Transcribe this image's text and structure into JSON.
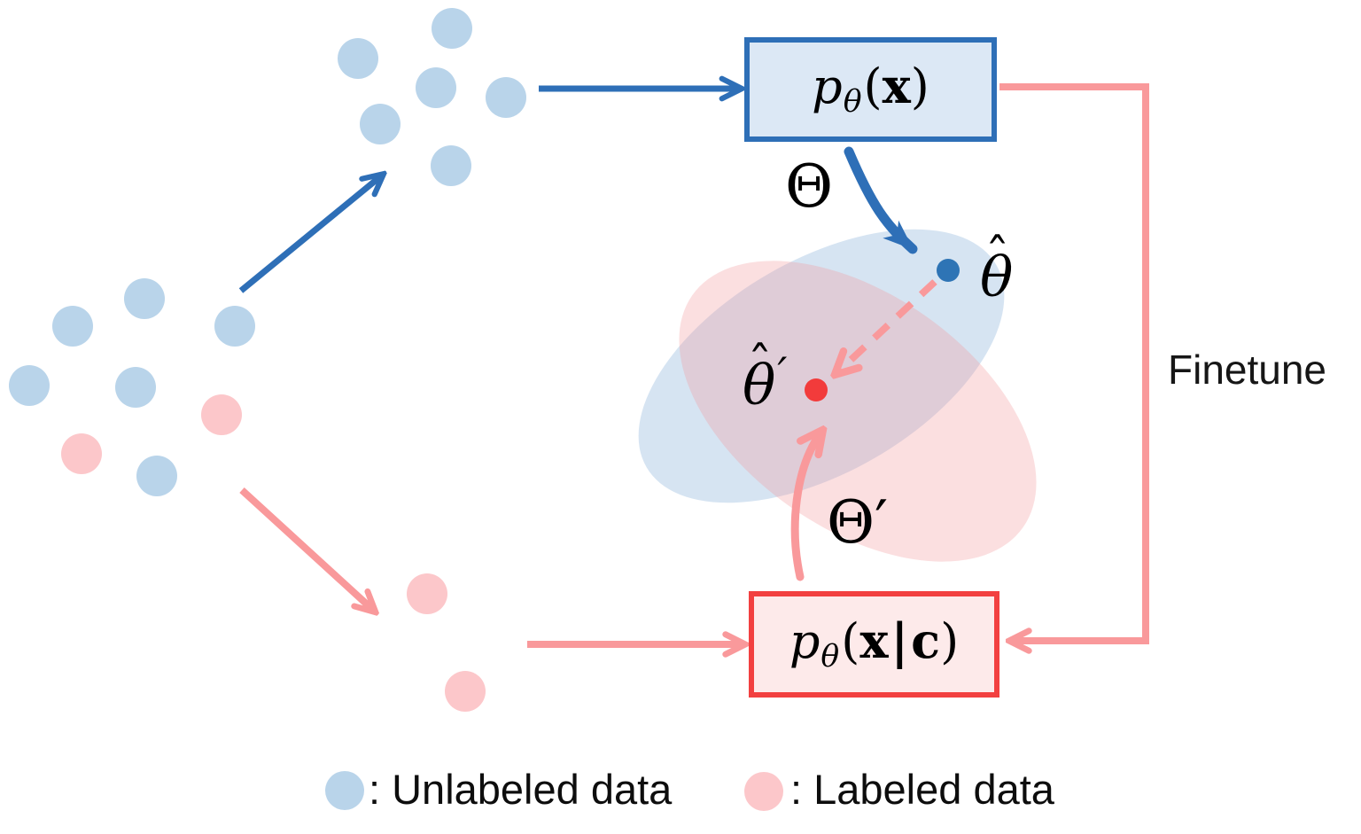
{
  "colors": {
    "unlabeled_dot": "#b9d4ea",
    "labeled_dot": "#fcc7ca",
    "blue_arrow": "#2e6fb7",
    "pink_arrow": "#f9999b",
    "red_accent": "#f24040",
    "blue_box_fill": "#dce8f5",
    "pink_box_fill": "#fdeaea",
    "blue_ellipse": "rgba(137,177,219,0.35)",
    "pink_ellipse": "rgba(244,154,160,0.32)",
    "theta_hat_dot": "#2e74b5",
    "theta_hat_prime_dot": "#f23b3b",
    "text": "#161616"
  },
  "boxes": {
    "unconditional": {
      "p": "p",
      "theta": "θ",
      "open": "(",
      "x": "x",
      "close": ")"
    },
    "conditional": {
      "p": "p",
      "theta": "θ",
      "open": "(",
      "x": "x",
      "bar": "|",
      "c": "c",
      "close": ")"
    }
  },
  "labels": {
    "theta_space": "Θ",
    "theta_space_prime": "Θ′",
    "finetune": "Finetune"
  },
  "points": {
    "theta_hat": {
      "base": "θ",
      "hat": "ˆ"
    },
    "theta_hat_prime": {
      "base": "θ",
      "hat": "ˆ",
      "prime": "′"
    }
  },
  "legend": {
    "unlabeled_label": ": Unlabeled data",
    "labeled_label": ": Labeled data"
  }
}
